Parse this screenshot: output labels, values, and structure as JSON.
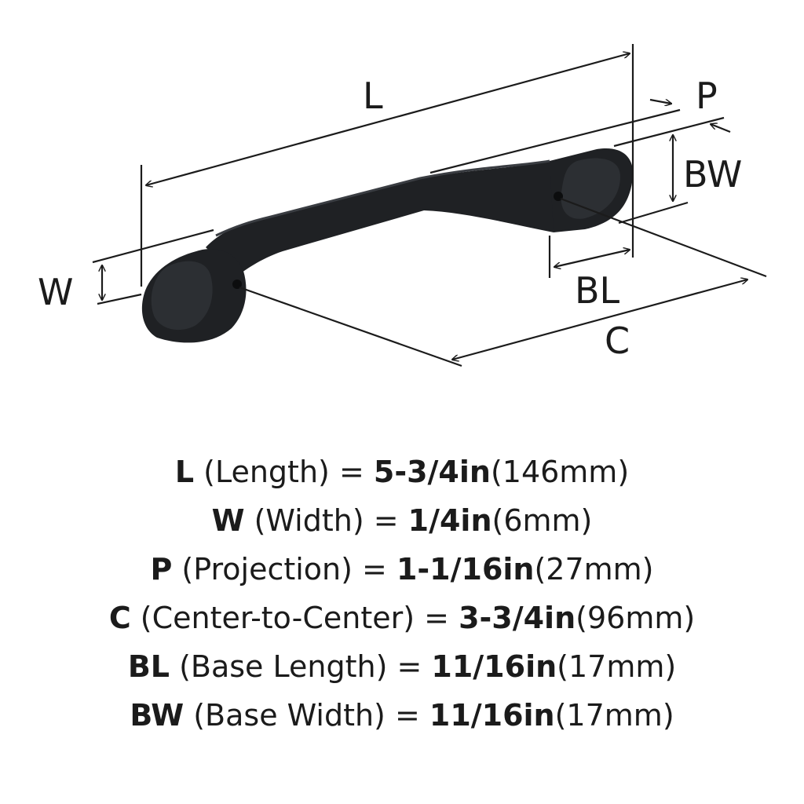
{
  "diagram": {
    "labels": {
      "L": "L",
      "P": "P",
      "BW": "BW",
      "W": "W",
      "BL": "BL",
      "C": "C"
    },
    "colors": {
      "handle": "#1f2124",
      "handle_highlight": "#3a3d42",
      "lines": "#1b1b1b"
    }
  },
  "specs": [
    {
      "key": "L",
      "name": " (Length) = ",
      "imperial": "5-3/4in",
      "metric": "(146mm)"
    },
    {
      "key": "W",
      "name": " (Width) = ",
      "imperial": "1/4in",
      "metric": "(6mm)"
    },
    {
      "key": "P",
      "name": " (Projection) = ",
      "imperial": "1-1/16in",
      "metric": "(27mm)"
    },
    {
      "key": "C",
      "name": " (Center-to-Center) = ",
      "imperial": "3-3/4in",
      "metric": "(96mm)"
    },
    {
      "key": "BL",
      "name": " (Base Length) = ",
      "imperial": "11/16in",
      "metric": "(17mm)"
    },
    {
      "key": "BW",
      "name": " (Base Width) = ",
      "imperial": "11/16in",
      "metric": "(17mm)"
    }
  ]
}
